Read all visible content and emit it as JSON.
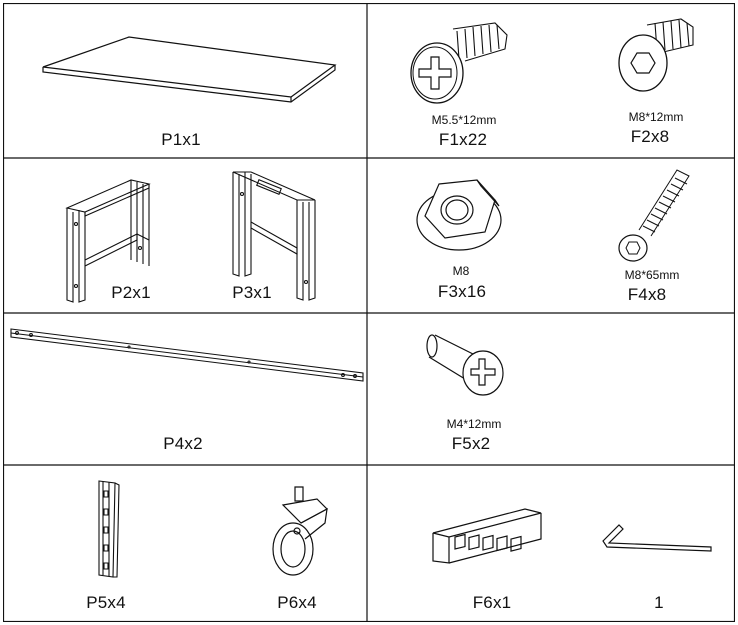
{
  "cells": [
    {
      "id": "c1",
      "labels": [
        "P1x1"
      ]
    },
    {
      "id": "c2",
      "labels": [
        "F1x22",
        "F2x8"
      ],
      "specs": [
        "M5.5*12mm",
        "M8*12mm"
      ]
    },
    {
      "id": "c3",
      "labels": [
        "P2x1",
        "P3x1"
      ]
    },
    {
      "id": "c4",
      "labels": [
        "F3x16",
        "F4x8"
      ],
      "specs": [
        "M8",
        "M8*65mm"
      ]
    },
    {
      "id": "c5",
      "labels": [
        "P4x2"
      ]
    },
    {
      "id": "c6",
      "labels": [
        "F5x2"
      ],
      "specs": [
        "M4*12mm"
      ]
    },
    {
      "id": "c7",
      "labels": [
        "P5x4",
        "P6x4"
      ]
    },
    {
      "id": "c8",
      "labels": [
        "F6x1",
        "1"
      ]
    }
  ],
  "icons": {
    "p1": "shelf-board-icon",
    "f1": "phillips-screw-icon",
    "f2": "hex-socket-bolt-icon",
    "p2": "side-frame-icon",
    "p3": "side-frame-with-slot-icon",
    "f3": "flange-nut-icon",
    "f4": "long-hex-bolt-icon",
    "p4": "crossbar-icon",
    "f5": "countersunk-screw-icon",
    "p5": "upright-bracket-icon",
    "p6": "caster-wheel-icon",
    "f6": "power-strip-icon",
    "key": "allen-key-icon"
  }
}
